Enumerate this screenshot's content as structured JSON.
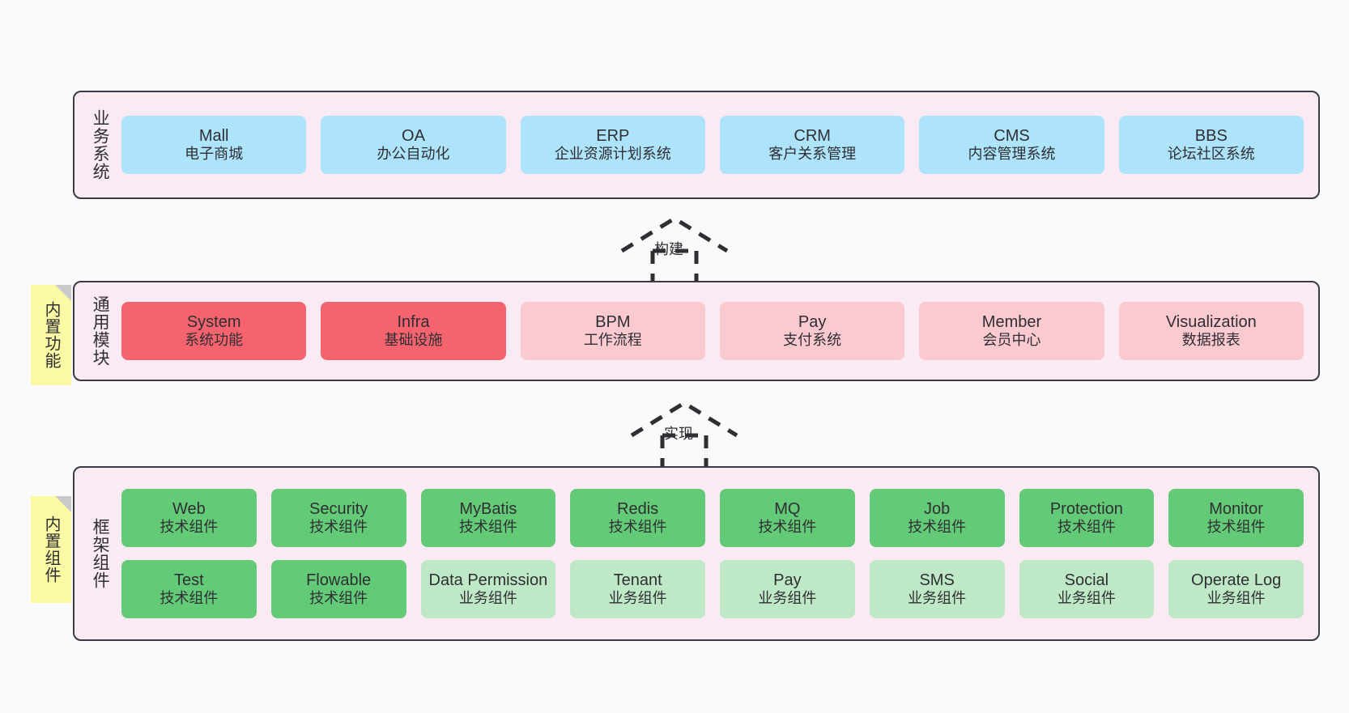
{
  "diagram": {
    "background_color": "#fafafa",
    "panel_color": "#faeaf4",
    "panel_border_color": "#3b3b47"
  },
  "layers": [
    {
      "id": "business",
      "title": "业务系统",
      "rows": [
        {
          "cards": [
            {
              "title": "Mall",
              "subtitle": "电子商城",
              "color": "#ade3fb"
            },
            {
              "title": "OA",
              "subtitle": "办公自动化",
              "color": "#ade3fb"
            },
            {
              "title": "ERP",
              "subtitle": "企业资源计划系统",
              "color": "#ade3fb"
            },
            {
              "title": "CRM",
              "subtitle": "客户关系管理",
              "color": "#ade3fb"
            },
            {
              "title": "CMS",
              "subtitle": "内容管理系统",
              "color": "#ade3fb"
            },
            {
              "title": "BBS",
              "subtitle": "论坛社区系统",
              "color": "#ade3fb"
            }
          ]
        }
      ]
    },
    {
      "id": "common-module",
      "title": "通用模块",
      "sticky": "内置功能",
      "rows": [
        {
          "cards": [
            {
              "title": "System",
              "subtitle": "系统功能",
              "color": "#f5646e"
            },
            {
              "title": "Infra",
              "subtitle": "基础设施",
              "color": "#f5646e"
            },
            {
              "title": "BPM",
              "subtitle": "工作流程",
              "color": "#fbc9d0"
            },
            {
              "title": "Pay",
              "subtitle": "支付系统",
              "color": "#fbc9d0"
            },
            {
              "title": "Member",
              "subtitle": "会员中心",
              "color": "#fbc9d0"
            },
            {
              "title": "Visualization",
              "subtitle": "数据报表",
              "color": "#fbc9d0"
            }
          ]
        }
      ]
    },
    {
      "id": "framework",
      "title": "框架组件",
      "sticky": "内置组件",
      "rows": [
        {
          "cards": [
            {
              "title": "Web",
              "subtitle": "技术组件",
              "color": "#63ca77"
            },
            {
              "title": "Security",
              "subtitle": "技术组件",
              "color": "#63ca77"
            },
            {
              "title": "MyBatis",
              "subtitle": "技术组件",
              "color": "#63ca77"
            },
            {
              "title": "Redis",
              "subtitle": "技术组件",
              "color": "#63ca77"
            },
            {
              "title": "MQ",
              "subtitle": "技术组件",
              "color": "#63ca77"
            },
            {
              "title": "Job",
              "subtitle": "技术组件",
              "color": "#63ca77"
            },
            {
              "title": "Protection",
              "subtitle": "技术组件",
              "color": "#63ca77"
            },
            {
              "title": "Monitor",
              "subtitle": "技术组件",
              "color": "#63ca77"
            }
          ]
        },
        {
          "cards": [
            {
              "title": "Test",
              "subtitle": "技术组件",
              "color": "#63ca77"
            },
            {
              "title": "Flowable",
              "subtitle": "技术组件",
              "color": "#63ca77"
            },
            {
              "title": "Data Permission",
              "subtitle": "业务组件",
              "color": "#bfe8c6"
            },
            {
              "title": "Tenant",
              "subtitle": "业务组件",
              "color": "#bfe8c6"
            },
            {
              "title": "Pay",
              "subtitle": "业务组件",
              "color": "#bfe8c6"
            },
            {
              "title": "SMS",
              "subtitle": "业务组件",
              "color": "#bfe8c6"
            },
            {
              "title": "Social",
              "subtitle": "业务组件",
              "color": "#bfe8c6"
            },
            {
              "title": "Operate Log",
              "subtitle": "业务组件",
              "color": "#bfe8c6"
            }
          ]
        }
      ]
    }
  ],
  "connectors": [
    {
      "id": "build",
      "label": "构建"
    },
    {
      "id": "implement",
      "label": "实现"
    }
  ]
}
